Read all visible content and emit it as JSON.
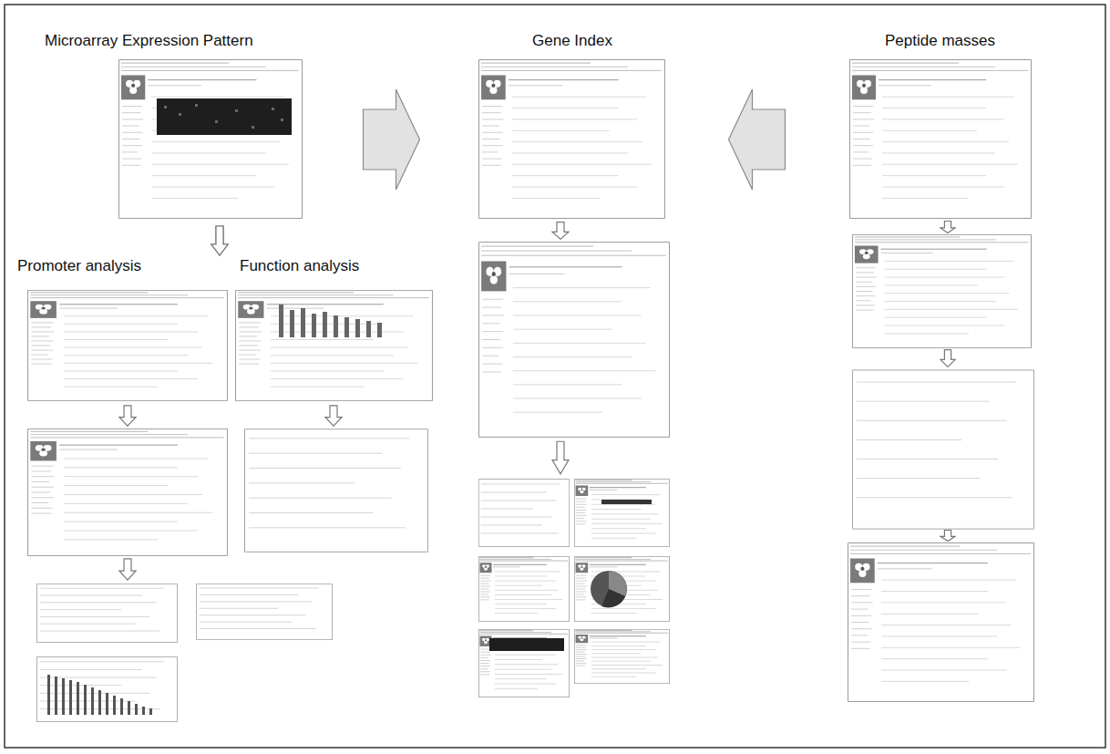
{
  "diagram": {
    "nodes": [
      {
        "text": [
          "Microarray Expression Pattern"
        ]
      },
      {
        "text": [
          "Gene Index"
        ]
      },
      {
        "text": [
          "Peptide masses"
        ]
      },
      {
        "text": [
          "Promoter analysis"
        ]
      },
      {
        "text": [
          "Function analysis"
        ]
      }
    ],
    "edges": [
      {
        "from": 0,
        "to": 1,
        "arrow": "to"
      },
      {
        "from": 2,
        "to": 1,
        "arrow": "to"
      },
      {
        "from": 0,
        "to": 3,
        "arrow": "to"
      },
      {
        "from": 0,
        "to": 4,
        "arrow": "to"
      }
    ]
  }
}
